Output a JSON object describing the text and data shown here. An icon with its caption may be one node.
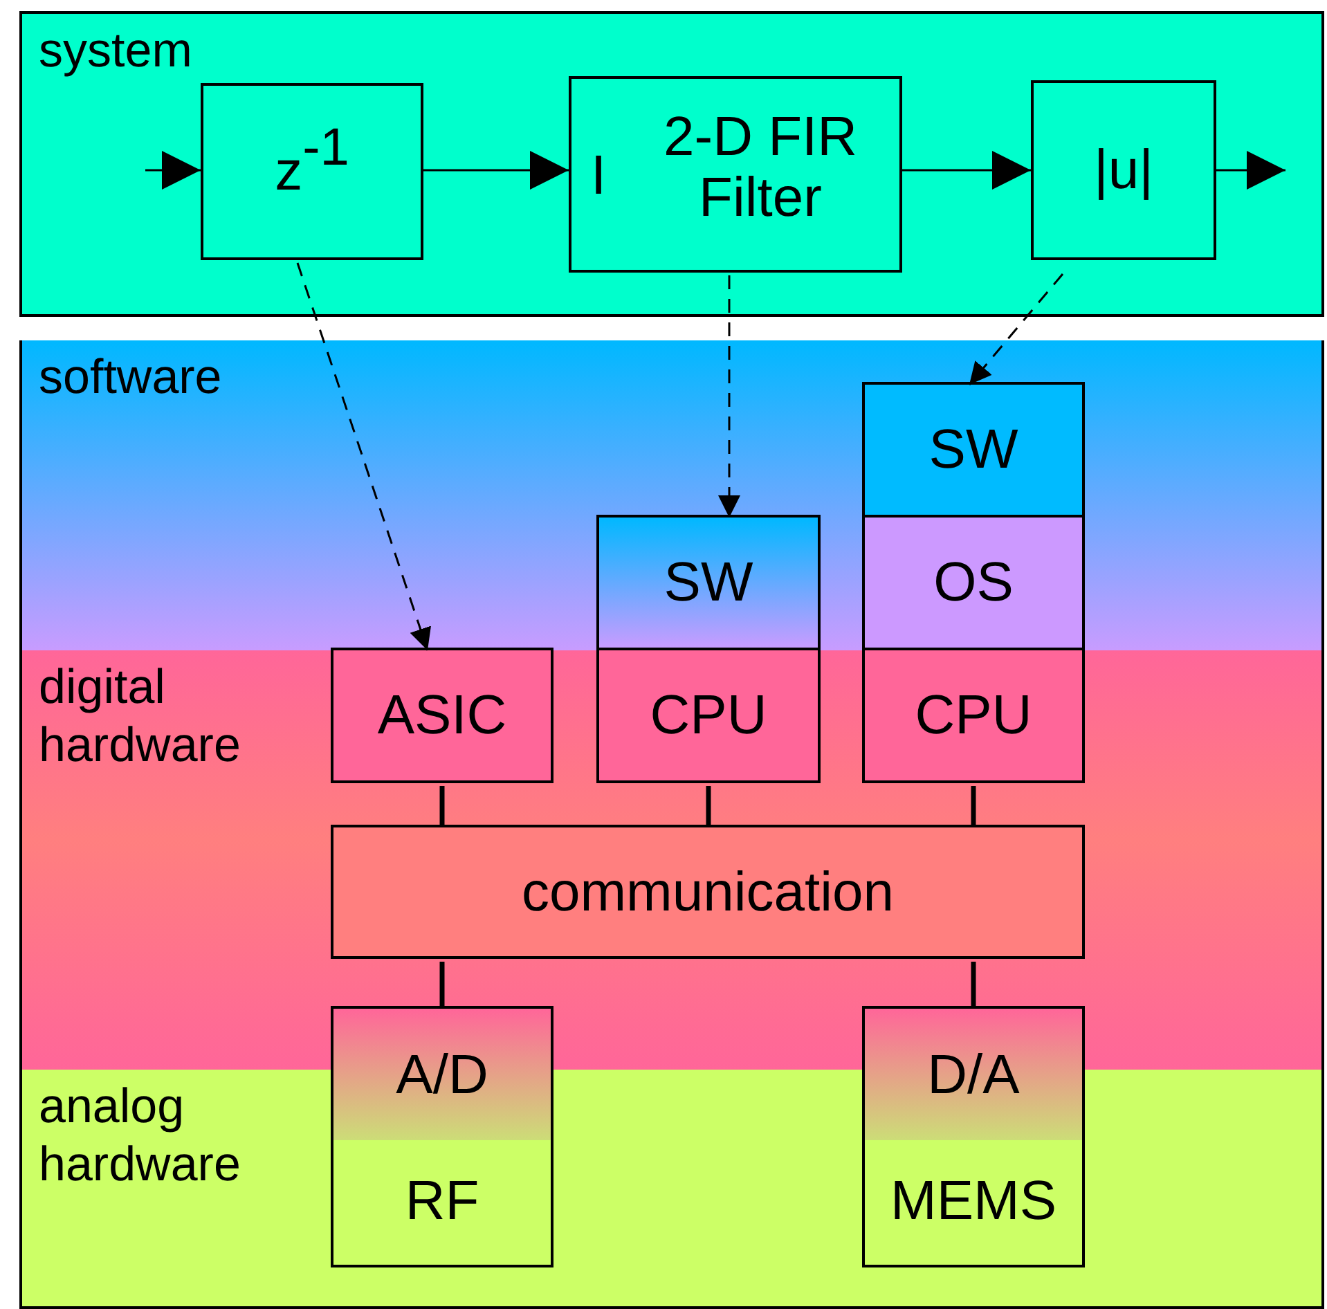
{
  "diagram": {
    "nodes": [
      {
        "text": [
          "system"
        ]
      },
      {
        "text": [
          "z$^{-1}$"
        ],
        "in": 0
      },
      {
        "text": [
          "I",
          "2-D FIR Filter"
        ],
        "in": 0
      },
      {
        "text": [
          "|u|"
        ],
        "in": 0
      },
      {
        "text": [
          "software"
        ]
      },
      {
        "text": [
          "SW"
        ],
        "in": 4
      },
      {
        "text": [
          "SW"
        ],
        "in": 4
      },
      {
        "text": [
          "OS"
        ],
        "in": 4
      },
      {
        "text": [
          "digital hardware"
        ]
      },
      {
        "text": [
          "ASIC"
        ],
        "in": 8
      },
      {
        "text": [
          "CPU"
        ],
        "in": 8
      },
      {
        "text": [
          "CPU"
        ],
        "in": 8
      },
      {
        "text": [
          "communication"
        ],
        "in": 8
      },
      {
        "text": [
          "A/D"
        ]
      },
      {
        "text": [
          "analog hardware"
        ]
      },
      {
        "text": [
          "RF"
        ],
        "in": 14
      },
      {
        "text": [
          "D/A"
        ]
      },
      {
        "text": [
          "MEMS"
        ],
        "in": 14
      }
    ],
    "edges": [
      {
        "from": null,
        "to": 1,
        "arrow": "to"
      },
      {
        "from": 1,
        "to": 2,
        "arrow": "to"
      },
      {
        "from": 2,
        "to": 3,
        "arrow": "to"
      },
      {
        "from": 3,
        "to": null,
        "arrow": "to"
      },
      {
        "from": 1,
        "to": 9,
        "arrow": "to",
        "style": "dashed"
      },
      {
        "from": 2,
        "to": 5,
        "arrow": "to",
        "style": "dashed"
      },
      {
        "from": 3,
        "to": 6,
        "arrow": "to",
        "style": "dashed"
      },
      {
        "from": 9,
        "to": 12,
        "arrow": "none",
        "style": "thick"
      },
      {
        "from": 10,
        "to": 12,
        "arrow": "none",
        "style": "thick"
      },
      {
        "from": 11,
        "to": 12,
        "arrow": "none",
        "style": "thick"
      },
      {
        "from": 12,
        "to": 13,
        "arrow": "none",
        "style": "thick"
      },
      {
        "from": 12,
        "to": 16,
        "arrow": "none",
        "style": "thick"
      }
    ]
  }
}
